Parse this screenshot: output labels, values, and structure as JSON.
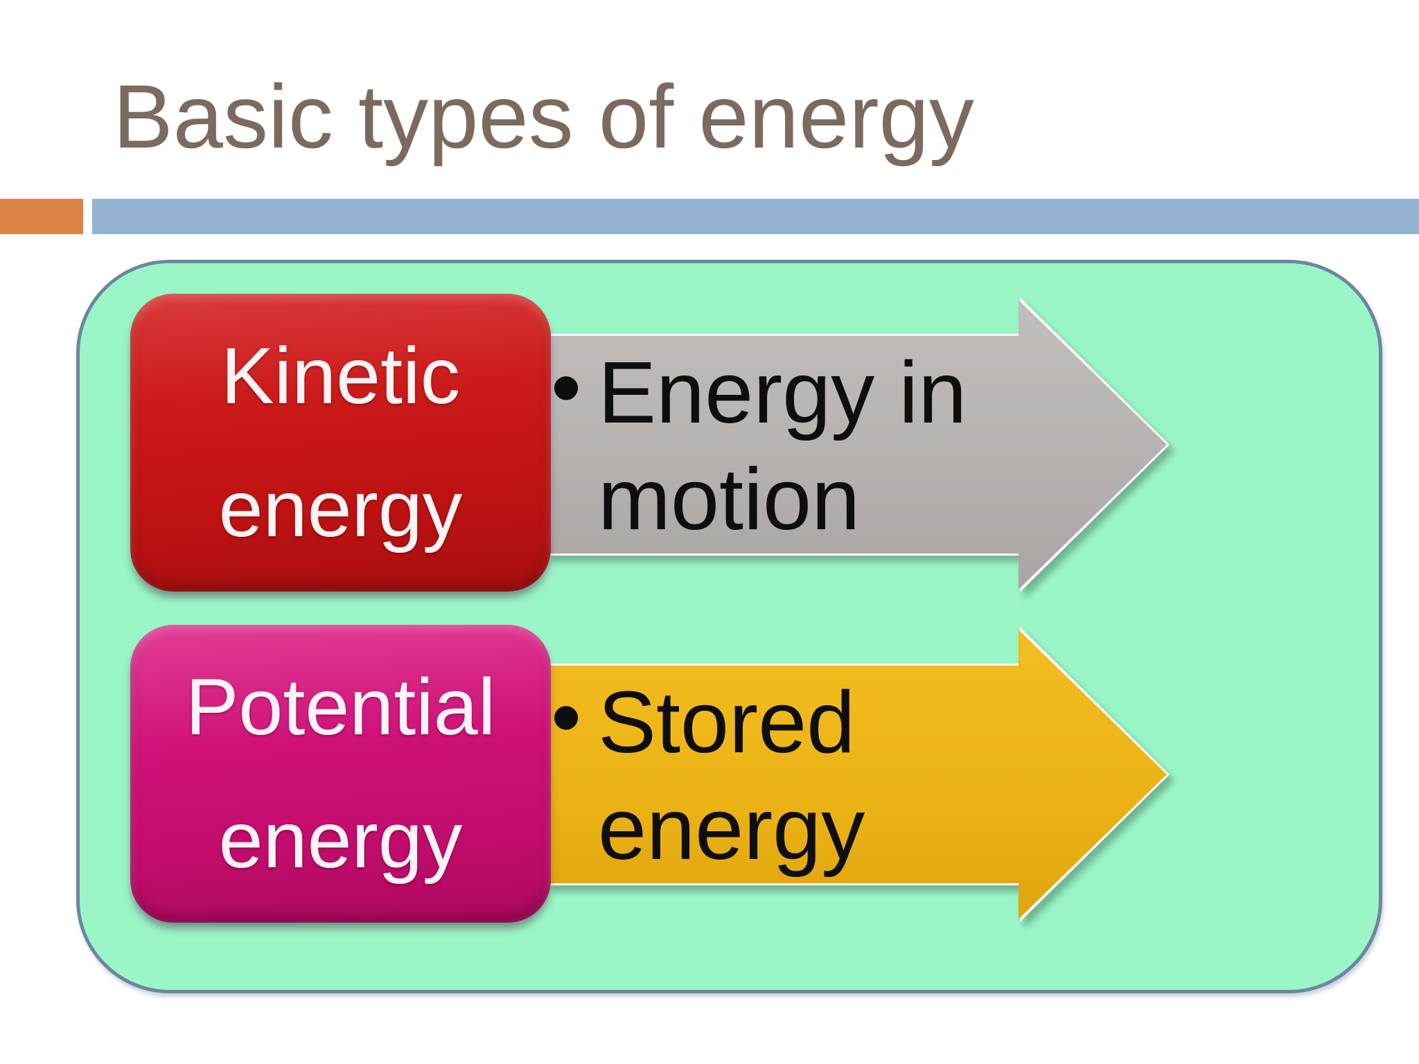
{
  "slide": {
    "title": "Basic types of energy",
    "colors": {
      "title_text": "#7d6a5e",
      "orange_bar": "#dd8247",
      "blue_bar": "#95b2d3",
      "panel_fill": "#9af6c7",
      "panel_border": "#6d86a0",
      "kinetic_box": "#c41515",
      "potential_box": "#c50e72",
      "gray_arrow": "#b5b2b0",
      "gold_arrow": "#ebb415",
      "box_text": "#fdf3f5",
      "arrow_text": "#0e0e0e"
    },
    "rows": [
      {
        "label_line1": "Kinetic",
        "label_line2": "energy",
        "bullet": "•",
        "desc_line1": "Energy in",
        "desc_line2": "motion"
      },
      {
        "label_line1": "Potential",
        "label_line2": "energy",
        "bullet": "•",
        "desc_line1": "Stored",
        "desc_line2": "energy"
      }
    ]
  }
}
